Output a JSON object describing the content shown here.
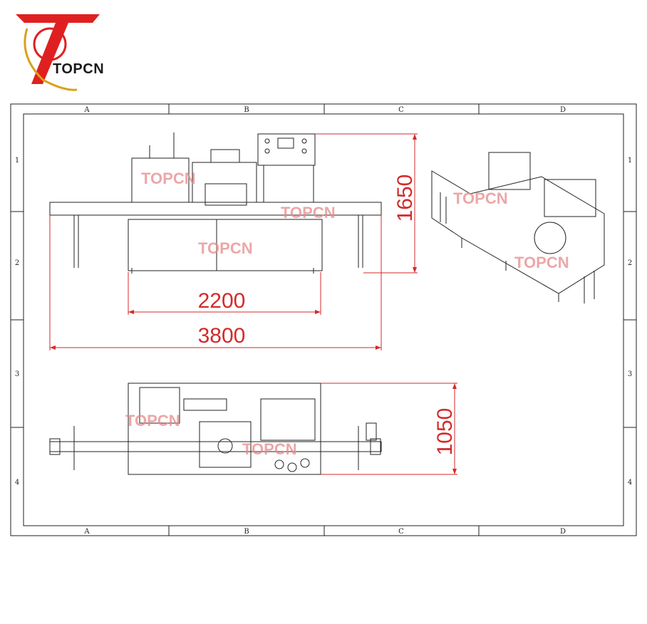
{
  "logo": {
    "brand": "TOPCN",
    "colors": {
      "red": "#e02020",
      "gold": "#d9a21a",
      "dark": "#1a1a1a"
    }
  },
  "frame": {
    "columns": [
      "A",
      "B",
      "C",
      "D"
    ],
    "rows": [
      "1",
      "2",
      "3",
      "4"
    ]
  },
  "dimensions": {
    "height": "1650",
    "width_frame": "2200",
    "width_total": "3800",
    "depth": "1050"
  },
  "watermark": "TOPCN",
  "colors": {
    "dimension": "#d42a2a",
    "line": "#222222",
    "watermark": "#e58a8a"
  }
}
